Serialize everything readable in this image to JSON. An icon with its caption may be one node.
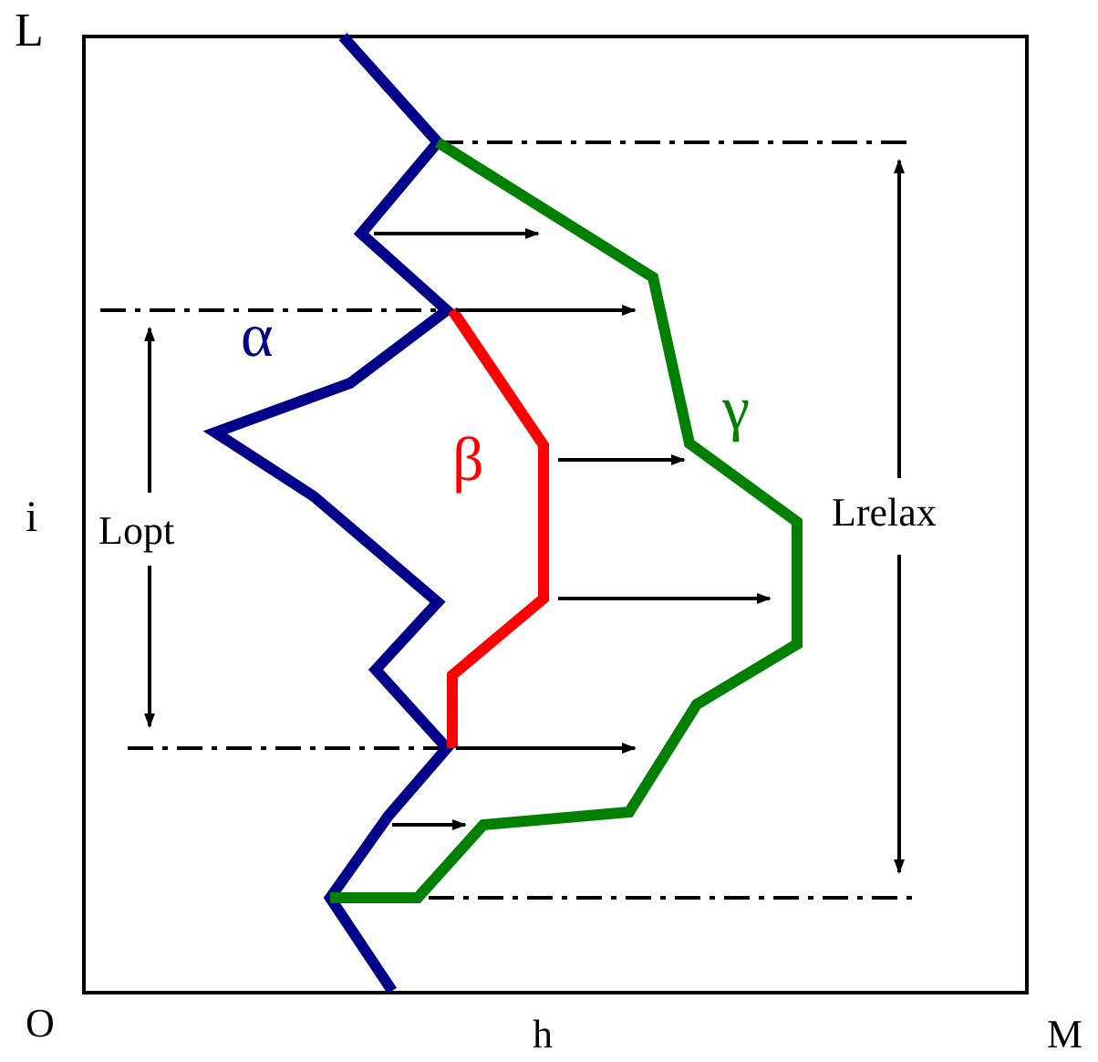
{
  "diagram": {
    "labels": [
      "L",
      "α",
      "γ",
      "β",
      "i",
      "Lopt",
      "Lrelax",
      "O",
      "h",
      "M"
    ]
  }
}
